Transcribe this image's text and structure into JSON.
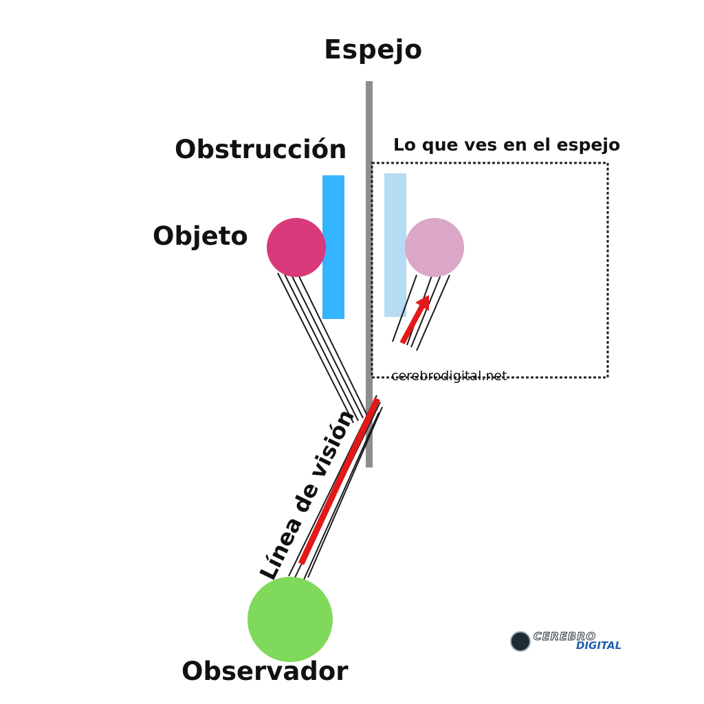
{
  "labels": {
    "mirror": "Espejo",
    "obstruction": "Obstrucción",
    "object": "Objeto",
    "mirror_view": "Lo que ves en el espejo",
    "line_of_sight": "Línea de visión",
    "observer": "Observador",
    "watermark": "cerebrodigital.net"
  },
  "logo": {
    "word1": "CEREBRO",
    "word2": "DIGITAL"
  },
  "colors": {
    "mirror": "#8e8e8e",
    "obstruction": "#35b4ff",
    "obstruction_reflection": "#b5dcf2",
    "object": "#d93a7c",
    "object_reflection": "#dba7c8",
    "observer": "#7fd95a",
    "sight_ray": "#e31919",
    "light_rays": "#1a1a1a",
    "mirror_view_frame": "#222222"
  }
}
